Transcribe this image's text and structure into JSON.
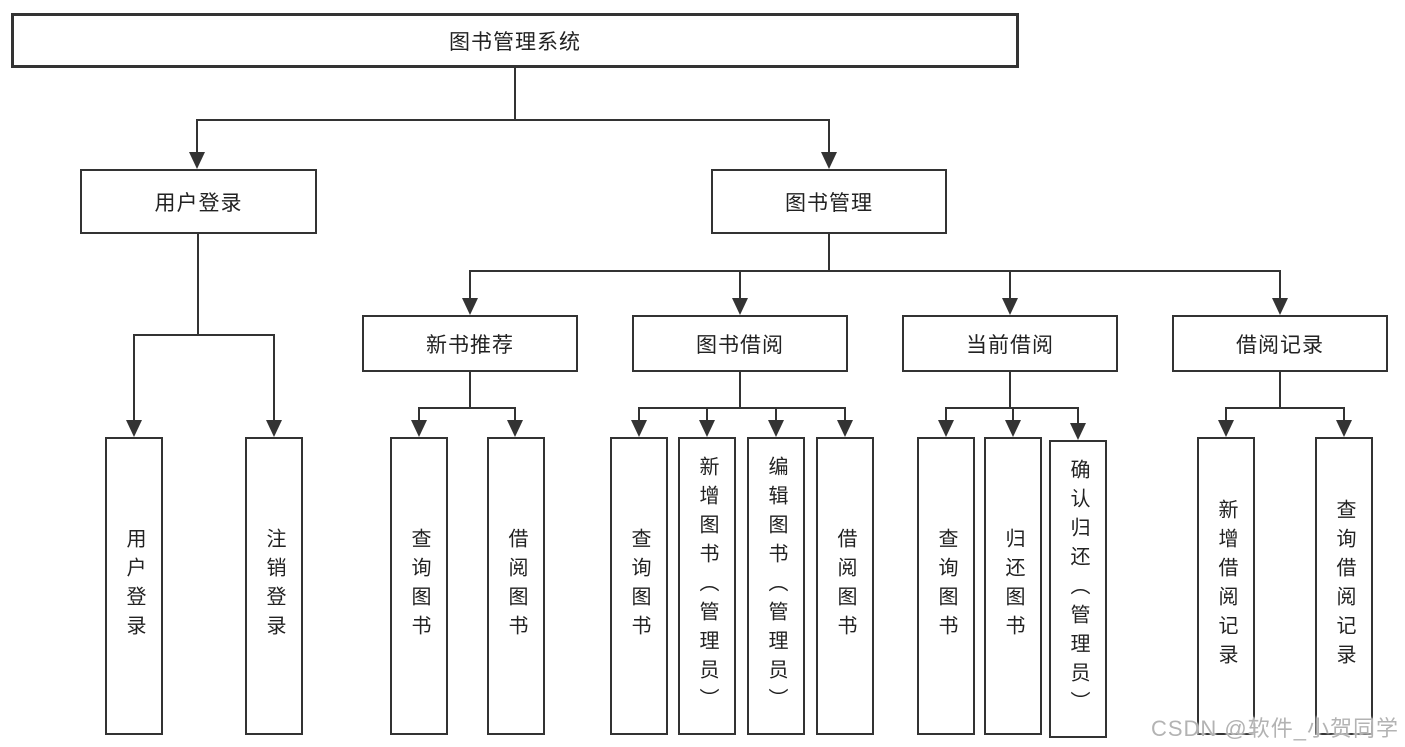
{
  "colors": {
    "background": "#ffffff",
    "line": "#333333",
    "box_border": "#333333",
    "text": "#222222",
    "watermark": "#b3b3b3"
  },
  "nodes": {
    "root": {
      "label": "图书管理系统"
    },
    "user_login": {
      "label": "用户登录"
    },
    "book_mgmt": {
      "label": "图书管理"
    },
    "new_book_rec": {
      "label": "新书推荐"
    },
    "book_borrow": {
      "label": "图书借阅"
    },
    "current_borrow": {
      "label": "当前借阅"
    },
    "borrow_records": {
      "label": "借阅记录"
    },
    "leaf_user_login": {
      "label": "用户登录"
    },
    "leaf_logout_login": {
      "label": "注销登录"
    },
    "leaf_query_book_rec": {
      "label": "查询图书"
    },
    "leaf_borrow_book_rec": {
      "label": "借阅图书"
    },
    "leaf_query_book_borrow": {
      "label": "查询图书"
    },
    "leaf_add_book_admin": {
      "label": "新增图书（管理员）"
    },
    "leaf_edit_book_admin": {
      "label": "编辑图书（管理员）"
    },
    "leaf_borrow_book_borrow": {
      "label": "借阅图书"
    },
    "leaf_query_book_current": {
      "label": "查询图书"
    },
    "leaf_return_book": {
      "label": "归还图书"
    },
    "leaf_confirm_return_admin": {
      "label": "确认归还（管理员）"
    },
    "leaf_add_borrow_record": {
      "label": "新增借阅记录"
    },
    "leaf_query_borrow_record": {
      "label": "查询借阅记录"
    }
  },
  "watermark": {
    "text": "CSDN @软件_小贺同学"
  }
}
